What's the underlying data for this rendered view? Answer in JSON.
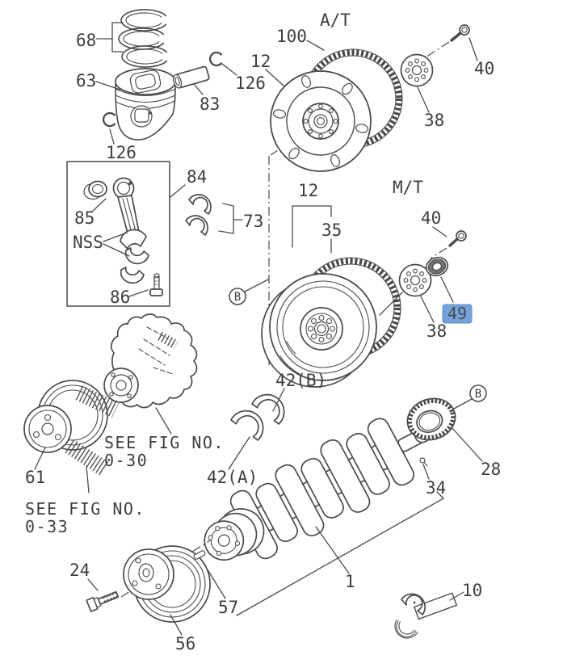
{
  "colors": {
    "background": "#ffffff",
    "line": "#4a4a4a",
    "text": "#3e3e3e",
    "highlight_bg": "#74a3d8",
    "highlight_border": "#5d8fc9",
    "highlight_text": "#454d54"
  },
  "callouts": {
    "piston_rings": "68",
    "piston": "63",
    "snap_ring_left": "126",
    "snap_ring_top": "126",
    "piston_pin": "83",
    "rod_assembly": "84",
    "rod_bushing": "85",
    "rod_caps": "NSS",
    "rod_bolt": "86",
    "rod_bearing": "73",
    "detail_b_left": "B",
    "transmission_at": "A/T",
    "ring_gear_at": "100",
    "drive_plate": "12",
    "washer_at": "38",
    "bolt_at": "40",
    "transmission_mt": "M/T",
    "flywheel": "12",
    "ring_gear_mt": "35",
    "bolt_mt": "40",
    "washer_mt": "38",
    "pilot_bearing": "49",
    "see_fig_30_line1": "SEE FIG NO.",
    "see_fig_30_line2": "0-30",
    "water_pump_pulley": "61",
    "see_fig_33_line1": "SEE FIG NO.",
    "see_fig_33_line2": "0-33",
    "thrust_washer_b": "42(B)",
    "thrust_washer_a": "42(A)",
    "crankshaft": "1",
    "crank_gear": "28",
    "detail_b_right": "B",
    "crank_pin": "34",
    "pulley_bolt": "24",
    "crank_pulley": "56",
    "woodruff_key": "57",
    "main_bearing": "10"
  }
}
